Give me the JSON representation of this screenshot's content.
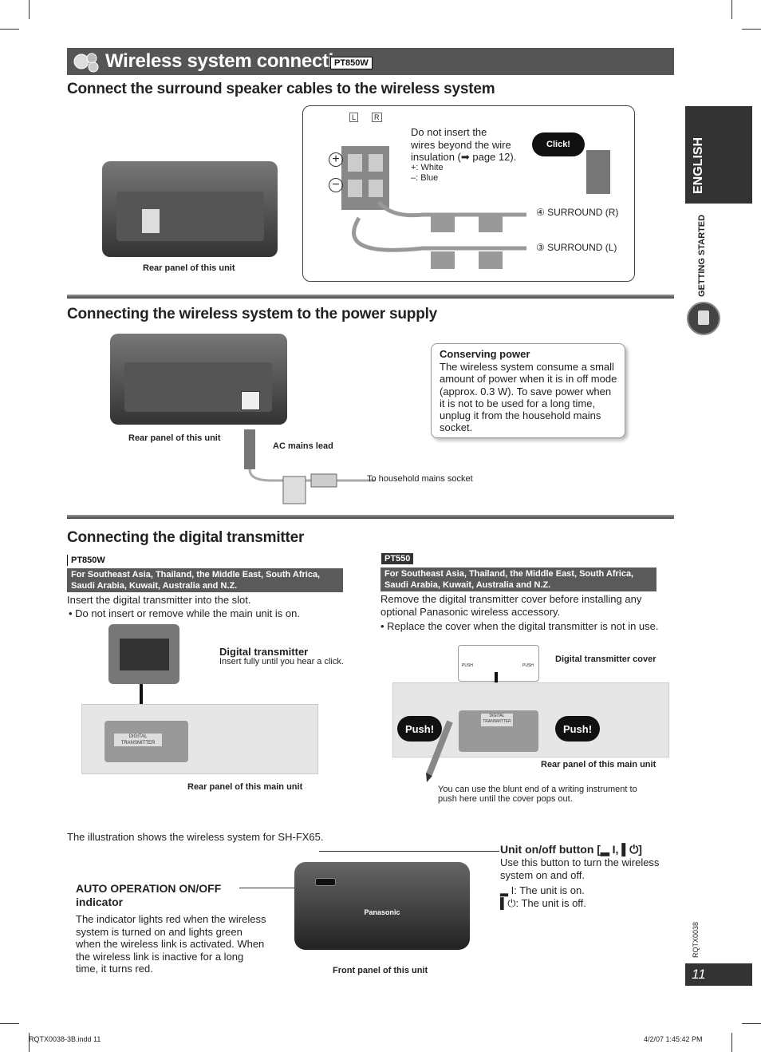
{
  "header": {
    "title": "Wireless system connection",
    "model_tag": "PT850W"
  },
  "side_tab": {
    "language": "ENGLISH",
    "section": "GETTING STARTED"
  },
  "section1": {
    "heading": "Connect the surround speaker cables to the wireless system",
    "rear_label": "Rear panel of this unit",
    "terminal_l": "L",
    "terminal_r": "R",
    "plus": "+",
    "minus": "−",
    "note_line1": "Do not insert the",
    "note_line2": "wires beyond the wire",
    "note_line3": "insulation (➡ page 12).",
    "white": "+: White",
    "blue": "–: Blue",
    "click": "Click!",
    "surround_r": "④ SURROUND (R)",
    "surround_l": "③ SURROUND (L)"
  },
  "section2": {
    "heading": "Connecting the wireless system to the power supply",
    "rear_label": "Rear panel of this unit",
    "ac_label": "AC mains lead",
    "socket_label": "To household mains socket",
    "box_title": "Conserving power",
    "box_text": "The wireless system consume a small amount of power when it is in off mode (approx. 0.3 W). To save power when it is not to be used for a long time, unplug it from the household mains socket."
  },
  "section3": {
    "heading": "Connecting the digital transmitter",
    "left": {
      "tag": "PT850W",
      "region": "For Southeast Asia, Thailand, the Middle East, South Africa, Saudi Arabia, Kuwait, Australia and N.Z.",
      "instruction": "Insert the digital transmitter into the slot.",
      "bullet": "•  Do not insert or remove while the main unit is on.",
      "dt_label": "Digital transmitter",
      "dt_sub": "Insert fully until you hear a click.",
      "slot_text": "DIGITAL TRANSMITTER",
      "rear_label": "Rear panel of this main unit"
    },
    "right": {
      "tag": "PT550",
      "region": "For Southeast Asia, Thailand, the Middle East, South Africa, Saudi Arabia, Kuwait, Australia and N.Z.",
      "instruction": "Remove the digital transmitter cover before installing any optional Panasonic wireless accessory.",
      "bullet": "•  Replace the cover when the digital transmitter is not in use.",
      "cover_label": "Digital transmitter cover",
      "push_small": "PUSH",
      "slot_text": "DIGITAL TRANSMITTER",
      "push1": "Push!",
      "push2": "Push!",
      "rear_label": "Rear panel of this main unit",
      "pen_note": "You can use the blunt end of a writing instrument to push here until the cover pops out."
    }
  },
  "section4": {
    "illustration_note": "The illustration shows the wireless system for SH-FX65.",
    "auto_title": "AUTO OPERATION ON/OFF indicator",
    "auto_text": "The indicator lights red when the wireless system is turned on and lights green when the wireless link is activated. When the wireless link is inactive for a long time, it turns red.",
    "unit_button": "Unit on/off button [▂ I, ▌⏻]",
    "unit_text": "Use this button to turn the wireless system on and off.",
    "on_text": "▂ I: The unit is on.",
    "off_text": "▌⏻: The unit is off.",
    "brand": "Panasonic",
    "front_label": "Front panel of this unit"
  },
  "footer": {
    "doc_code": "RQTX0038",
    "page_number": "11",
    "file_name": "RQTX0038-3B.indd   11",
    "timestamp": "4/2/07   1:45:42 PM"
  }
}
